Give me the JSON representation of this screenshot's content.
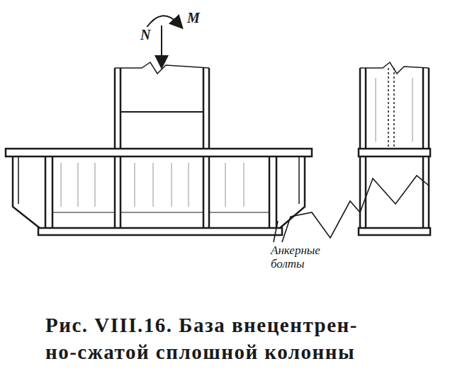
{
  "diagram": {
    "caption": "Рис. VIII.16. База внецентрен- но-сжатой сплошной колонны",
    "labels": [
      "N",
      "M",
      "Анкерные болты"
    ]
  }
}
